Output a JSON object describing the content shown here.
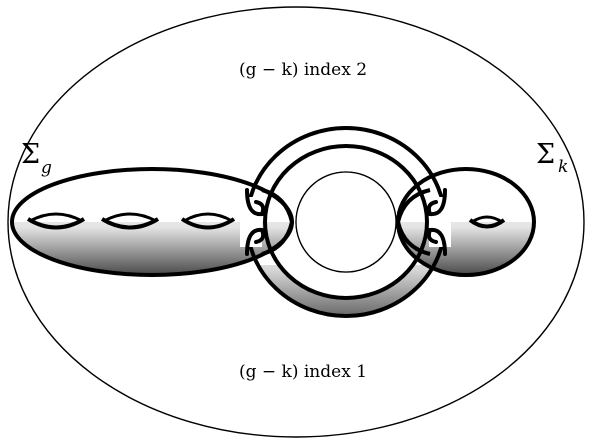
{
  "labels": {
    "top": "(g − k) index 2",
    "bottom": "(g − k) index 1",
    "sigma_g_symbol": "Σ",
    "sigma_g_sub": "g",
    "sigma_k_symbol": "Σ",
    "sigma_k_sub": "k"
  },
  "colors": {
    "stroke": "#000000",
    "background": "#ffffff",
    "shade_dark": "#4a4a4a"
  }
}
